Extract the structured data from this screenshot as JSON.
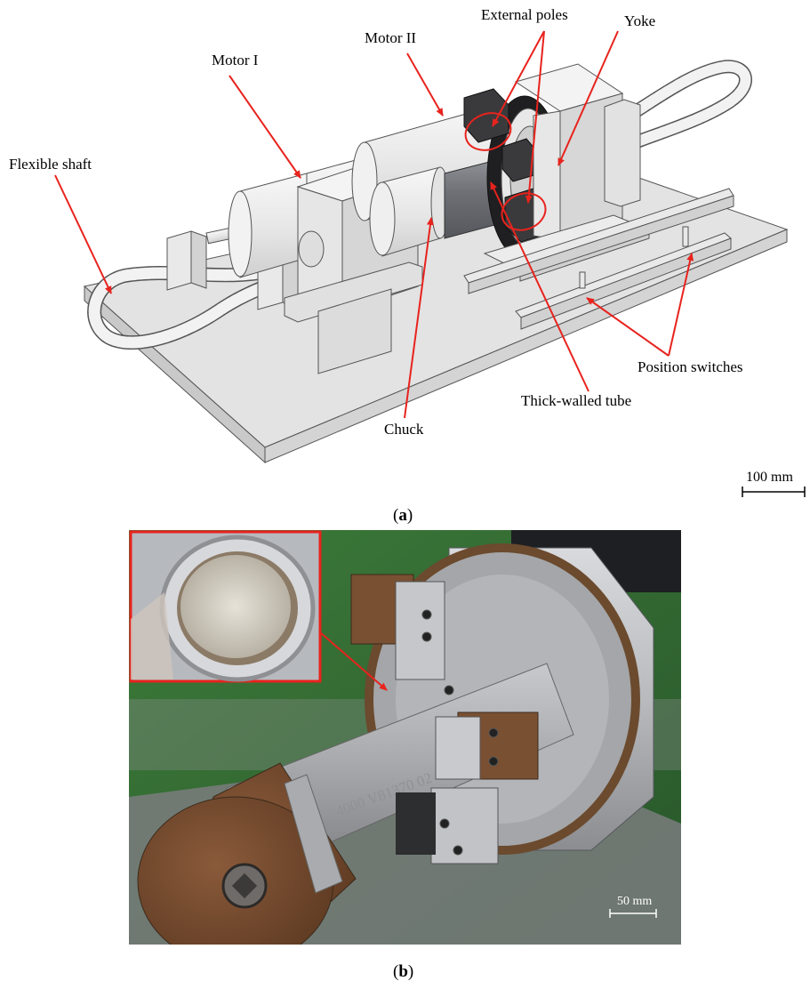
{
  "figure_a": {
    "labels": {
      "external_poles": "External poles",
      "motor_2": "Motor II",
      "yoke": "Yoke",
      "motor_1": "Motor I",
      "flexible_shaft": "Flexible shaft",
      "position_switches": "Position switches",
      "thick_walled_tube": "Thick-walled tube",
      "chuck": "Chuck"
    },
    "scale_bar": "100 mm",
    "caption_letter": "a"
  },
  "figure_b": {
    "scale_bar": "50 mm",
    "tube_marking": "4000 V81370 02",
    "caption_letter": "b"
  },
  "colors": {
    "arrow": "#e8231d",
    "callout": "#e8231d",
    "inset_border": "#e8231d",
    "part_fill": "#ebebeb",
    "part_edge": "#555555",
    "pole_fill": "#3a3a3c"
  }
}
